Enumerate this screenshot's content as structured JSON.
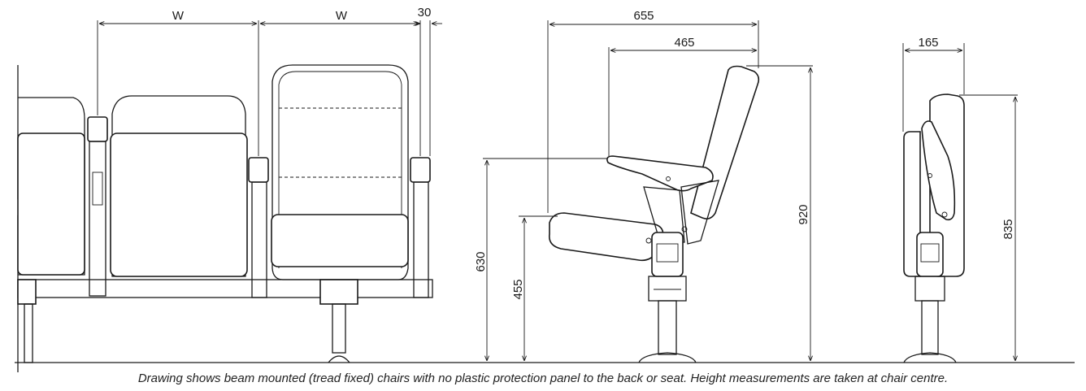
{
  "dimensions": {
    "front_width_1": "W",
    "front_width_2": "W",
    "front_arm": "30",
    "side_depth_total": "655",
    "side_depth_seat": "465",
    "side_height_arm": "630",
    "side_height_seat": "455",
    "side_height_back": "920",
    "folded_depth": "165",
    "folded_height": "835"
  },
  "caption": "Drawing shows beam mounted (tread fixed) chairs with no plastic protection panel to the back or seat. Height measurements are taken at chair centre.",
  "colors": {
    "line": "#1a1a1a",
    "background": "#ffffff"
  }
}
